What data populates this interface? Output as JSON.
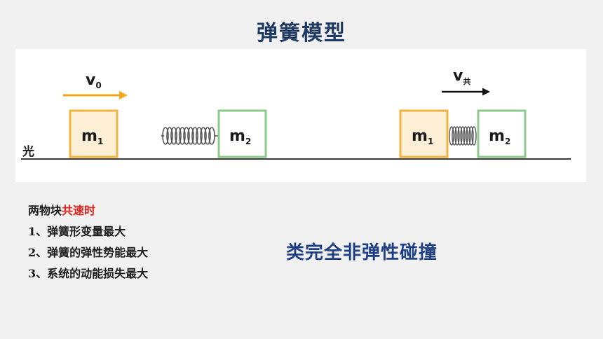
{
  "title": "弹簧模型",
  "figure": {
    "surface_label": "光",
    "before": {
      "velocity_label": "v",
      "velocity_subscript": "0",
      "block1_label": "m",
      "block1_subscript": "1",
      "block2_label": "m",
      "block2_subscript": "2"
    },
    "after": {
      "velocity_label": "v",
      "velocity_subscript": "共",
      "block1_label": "m",
      "block1_subscript": "1",
      "block2_label": "m",
      "block2_subscript": "2"
    },
    "colors": {
      "block1_fill": "#fdeed6",
      "block1_border": "#f0b442",
      "block2_fill": "#ffffff",
      "block2_border": "#8cc98a",
      "arrow_v0": "#f3a81c",
      "arrow_vcommon": "#111111",
      "spring": "#555555"
    }
  },
  "list": {
    "header_prefix": "两物块",
    "header_highlight": "共速时",
    "items": [
      "1、弹簧形变量最大",
      "2、弹簧的弹性势能最大",
      "3、系统的动能损失最大"
    ]
  },
  "conclusion": "类完全非弹性碰撞",
  "colors": {
    "title": "#1e3a63",
    "highlight": "#e0201a",
    "conclusion": "#1f3f86"
  }
}
